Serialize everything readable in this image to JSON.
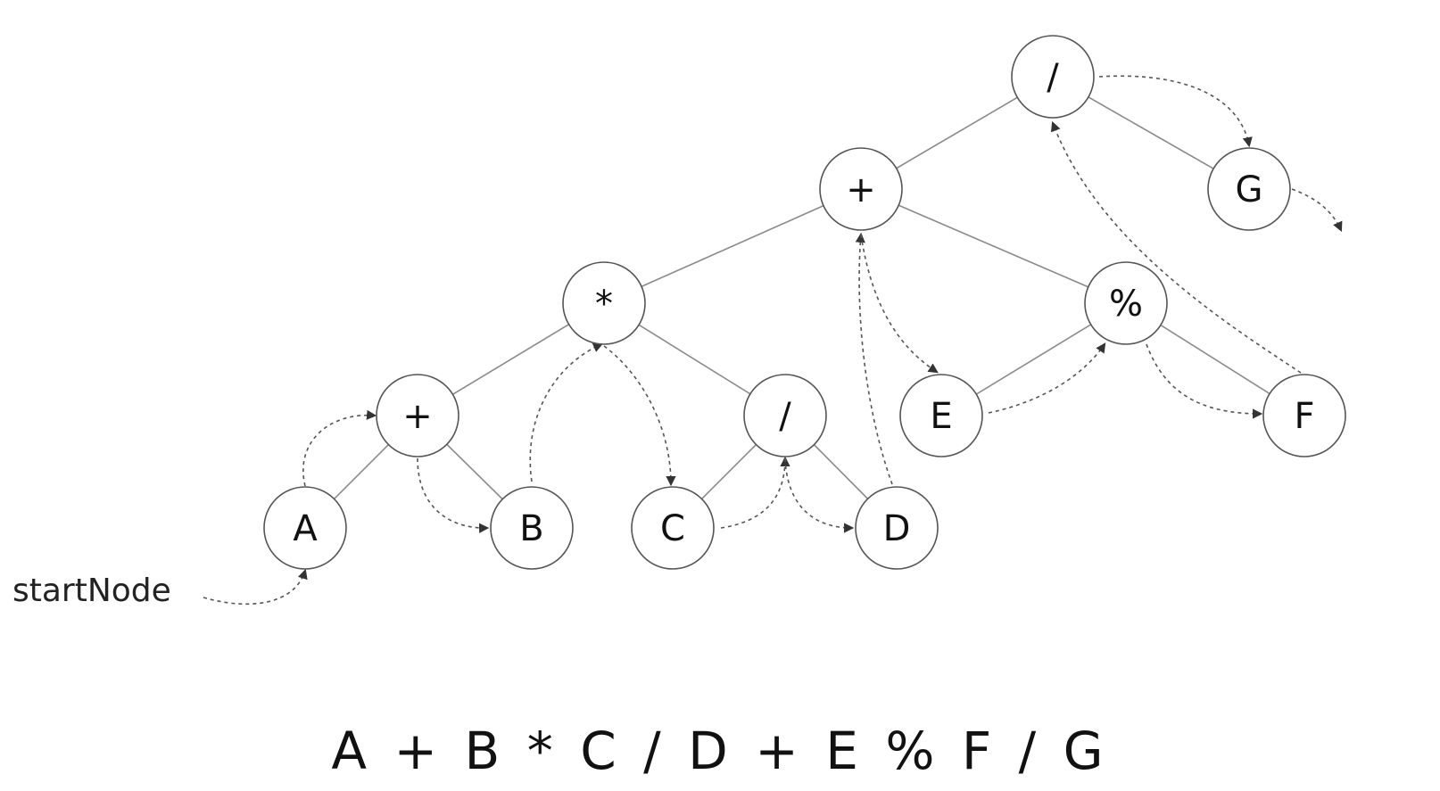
{
  "title_fragment": "",
  "start_label": "startNode",
  "expression": "A + B * C / D + E % F / G",
  "nodes": [
    {
      "id": "root-div",
      "label": "/"
    },
    {
      "id": "plus-top",
      "label": "+"
    },
    {
      "id": "g",
      "label": "G"
    },
    {
      "id": "mul",
      "label": "*"
    },
    {
      "id": "mod",
      "label": "%"
    },
    {
      "id": "plus-low",
      "label": "+"
    },
    {
      "id": "div-low",
      "label": "/"
    },
    {
      "id": "e",
      "label": "E"
    },
    {
      "id": "f",
      "label": "F"
    },
    {
      "id": "a",
      "label": "A"
    },
    {
      "id": "b",
      "label": "B"
    },
    {
      "id": "c",
      "label": "C"
    },
    {
      "id": "d",
      "label": "D"
    }
  ],
  "edges": [
    [
      "root-div",
      "plus-top"
    ],
    [
      "root-div",
      "g"
    ],
    [
      "plus-top",
      "mul"
    ],
    [
      "plus-top",
      "mod"
    ],
    [
      "mul",
      "plus-low"
    ],
    [
      "mul",
      "div-low"
    ],
    [
      "mod",
      "e"
    ],
    [
      "mod",
      "f"
    ],
    [
      "plus-low",
      "a"
    ],
    [
      "plus-low",
      "b"
    ],
    [
      "div-low",
      "c"
    ],
    [
      "div-low",
      "d"
    ]
  ],
  "colors": {
    "edge": "#8a8a8a",
    "node_stroke": "#555555",
    "text": "#111111",
    "traversal": "#555555"
  }
}
